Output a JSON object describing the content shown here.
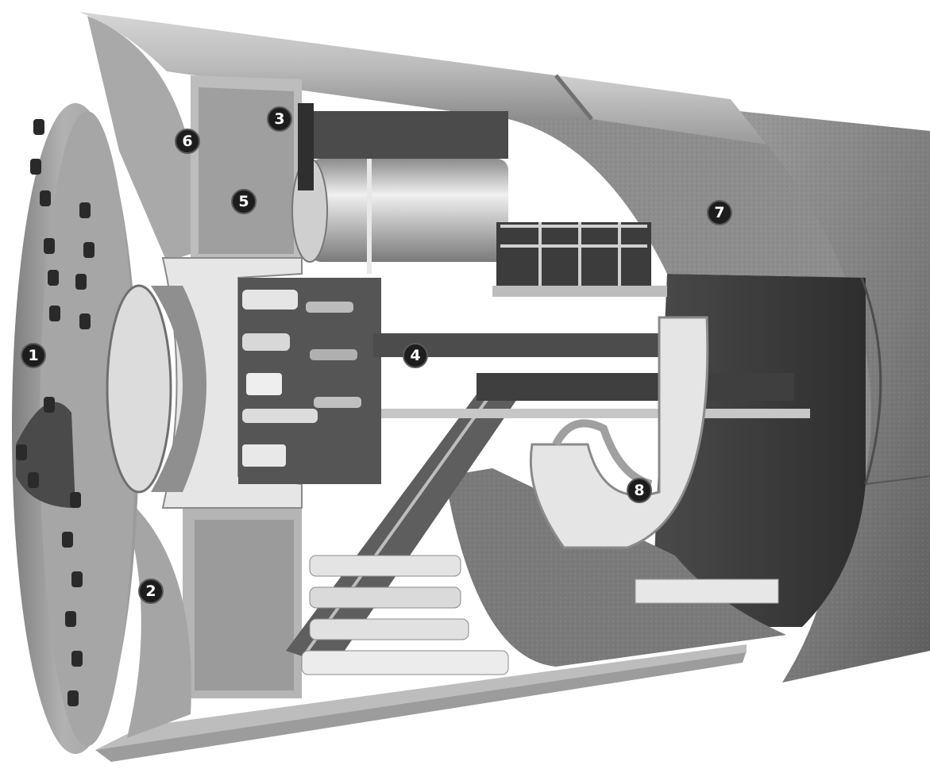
{
  "callouts": [
    {
      "id": "c1",
      "label": "1"
    },
    {
      "id": "c2",
      "label": "2"
    },
    {
      "id": "c3",
      "label": "3"
    },
    {
      "id": "c4",
      "label": "4"
    },
    {
      "id": "c5",
      "label": "5"
    },
    {
      "id": "c6",
      "label": "6"
    },
    {
      "id": "c7",
      "label": "7"
    },
    {
      "id": "c8",
      "label": "8"
    }
  ],
  "colors": {
    "background": "#ffffff",
    "shell_light": "#c9c9c9",
    "shell_dark": "#6f6f6f",
    "concrete": "#8a8a8a",
    "interior_shadow": "#3e3e3e",
    "callout_fill": "#1d1d1d",
    "callout_text": "#ffffff"
  }
}
